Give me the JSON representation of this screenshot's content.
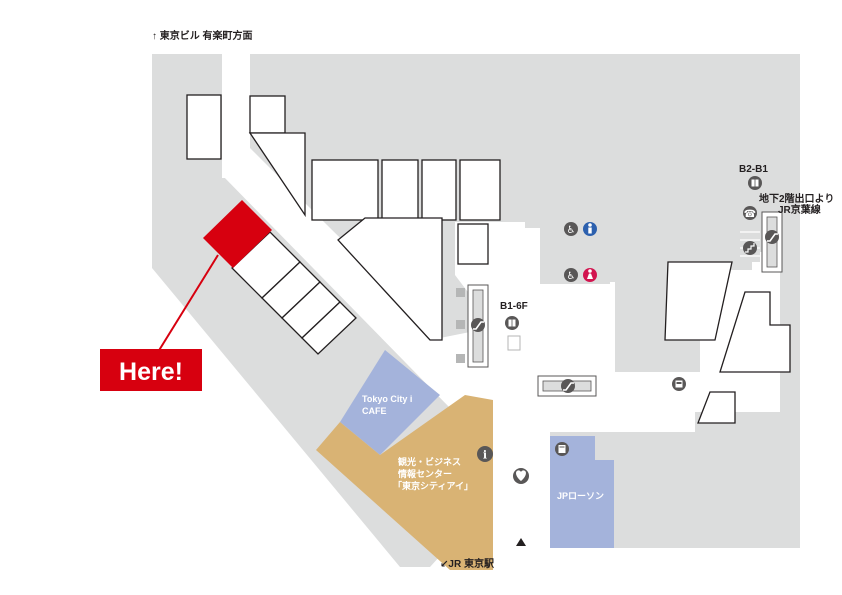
{
  "labels": {
    "north": "↑ 東京ビル 有楽町方面",
    "south": "↙JR 東京駅",
    "here": "Here!",
    "floor_b2b1": "B2-B1",
    "jr_keiyo_1": "地下2階出口より",
    "jr_keiyo_2": "JR京葉線",
    "floor_b16f": "B1-6F",
    "cafe_1": "Tokyo City i",
    "cafe_2": "CAFE",
    "tourist_1": "観光・ビジネス",
    "tourist_2": "情報センター",
    "tourist_3": "「東京シティアイ」",
    "jp_lawson": "JPローソン"
  },
  "colors": {
    "floor": "#dcdddd",
    "walkway": "#ffffff",
    "shop_outline": "#231f20",
    "here_red": "#d7000f",
    "cafe_blue": "#a4b3db",
    "tourist_tan": "#d9b374",
    "icon_gray": "#595757"
  },
  "icons": [
    "wheelchair-icon",
    "male-toilet-icon",
    "female-toilet-icon",
    "elevator-icon",
    "escalator-icon",
    "stairs-icon",
    "phone-icon",
    "info-icon",
    "aed-icon",
    "mailbox-icon",
    "atm-icon"
  ]
}
